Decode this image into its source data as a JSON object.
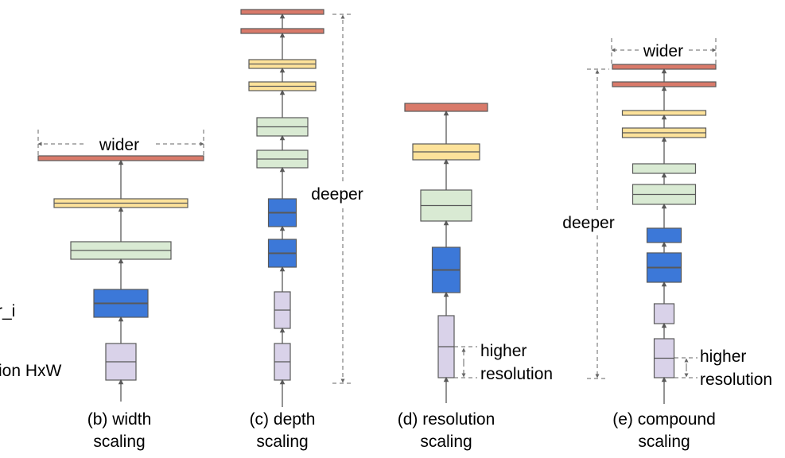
{
  "colors": {
    "red": "#d97a6a",
    "yellow": "#fde29a",
    "green": "#d9ead3",
    "blue": "#3c78d8",
    "purple": "#d9d2e9",
    "stroke": "#595959",
    "dash": "#666666"
  },
  "left_cut": {
    "label_r": "r_i",
    "label_res": "ion HxW"
  },
  "panels": [
    {
      "id": "width",
      "caption_line1": "(b) width",
      "caption_line2": "scaling",
      "annotations": {
        "wider": "wider"
      }
    },
    {
      "id": "depth",
      "caption_line1": "(c) depth",
      "caption_line2": "scaling",
      "annotations": {
        "deeper": "deeper"
      }
    },
    {
      "id": "resolution",
      "caption_line1": "(d) resolution",
      "caption_line2": "scaling",
      "annotations": {
        "higher": "higher",
        "resolution": "resolution"
      }
    },
    {
      "id": "compound",
      "caption_line1": "(e) compound",
      "caption_line2": "scaling",
      "annotations": {
        "wider": "wider",
        "deeper": "deeper",
        "higher": "higher",
        "resolution": "resolution"
      }
    }
  ]
}
